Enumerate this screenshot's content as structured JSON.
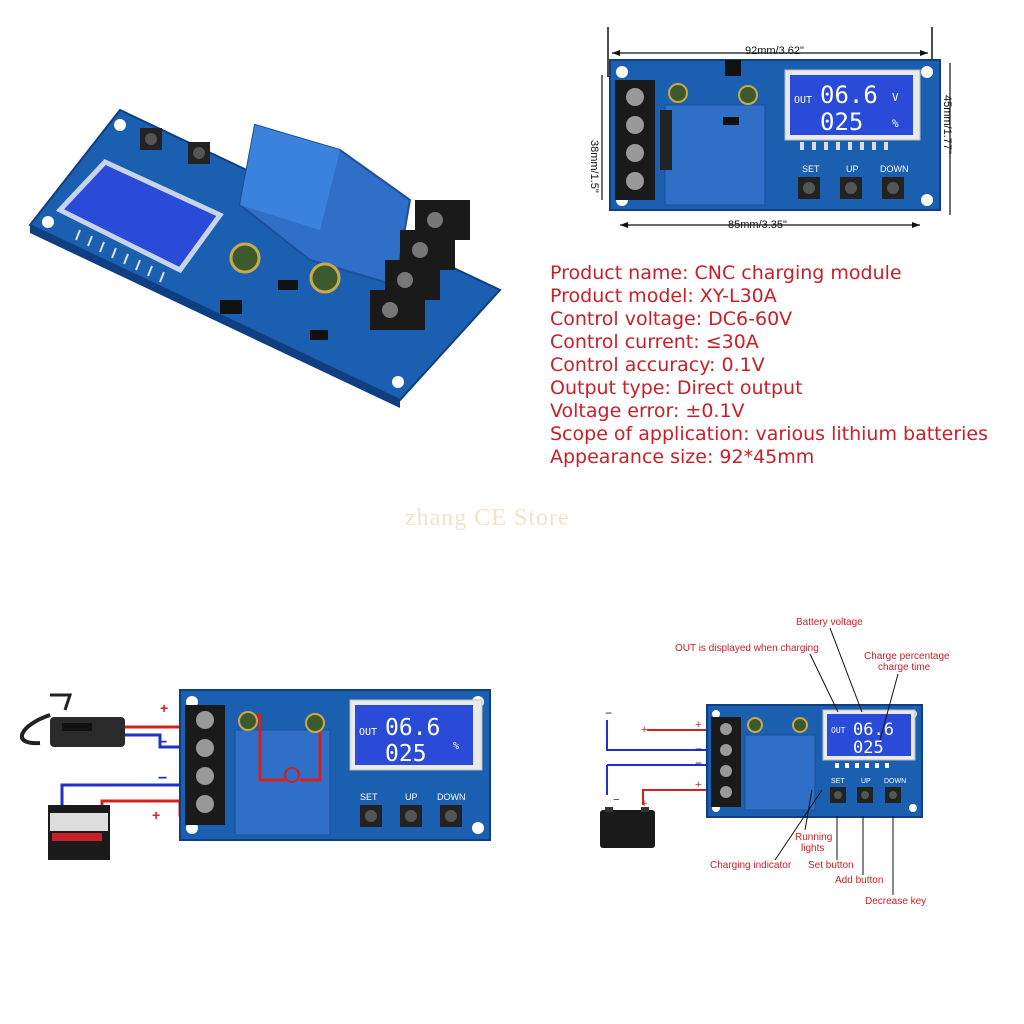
{
  "specs": {
    "product_name": "Product name: CNC charging module",
    "product_model": "Product model: XY-L30A",
    "control_voltage": "Control voltage: DC6-60V",
    "control_current": "Control current: ≤30A",
    "control_accuracy": "Control accuracy: 0.1V",
    "output_type": "Output type: Direct output",
    "voltage_error": "Voltage error: ±0.1V",
    "scope": "Scope of application: various lithium batteries",
    "appearance_size": "Appearance size: 92*45mm"
  },
  "watermark": "zhang CE Store",
  "dimensions": {
    "top_width": "92mm/3.62\"",
    "bottom_width": "85mm/3.35\"",
    "left_height": "38mm/1.5\"",
    "right_height": "45mm/1.77\""
  },
  "lcd": {
    "out_label": "OUT",
    "voltage": "06.6",
    "unit_v": "V",
    "percent": "025",
    "unit_pct": "%"
  },
  "buttons": {
    "set": "SET",
    "up": "UP",
    "down": "DOWN"
  },
  "wiring": {
    "plus": "+",
    "minus": "−"
  },
  "annotations": {
    "battery_voltage": "Battery voltage",
    "out_charging": "OUT is displayed when charging",
    "charge_pct_1": "Charge percentage",
    "charge_pct_2": "charge time",
    "running_1": "Running",
    "running_2": "lights",
    "charging_indicator": "Charging indicator",
    "set_button": "Set button",
    "add_button": "Add button",
    "decrease_key": "Decrease key"
  },
  "colors": {
    "pcb": "#1a5fb0",
    "lcd": "#2a4ad8",
    "relay": "#2f6fc8",
    "text_red": "#c8202a"
  }
}
